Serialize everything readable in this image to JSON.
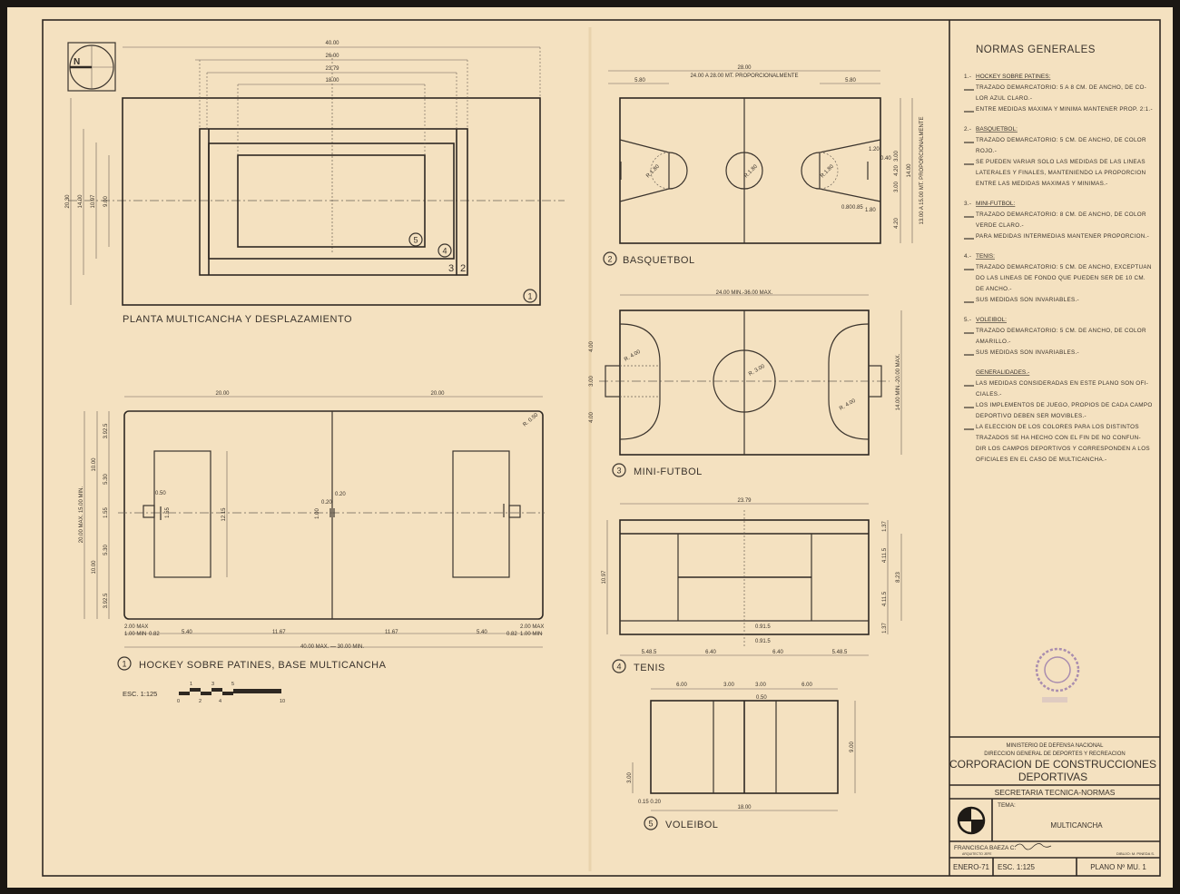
{
  "plan": {
    "north": "N",
    "title": "PLANTA MULTICANCHA Y DESPLAZAMIENTO",
    "dims": {
      "w40": "40.00",
      "w26": "26.00",
      "w2379": "23.79",
      "w18": "18.00",
      "h2030": "20.30",
      "h14": "14.00",
      "h1097": "10.97",
      "h9": "9.00"
    },
    "markers": [
      "1",
      "2",
      "3",
      "4",
      "5"
    ]
  },
  "hockey": {
    "number": "1",
    "title": "HOCKEY SOBRE PATINES, BASE MULTICANCHA",
    "top": [
      "20.00",
      "20.00"
    ],
    "radius": "R. 0.50",
    "left": {
      "total": "20.00 MAX.   15.00 MIN.",
      "upper": "10.00",
      "lower": "10.00",
      "segments": [
        "3.92.5",
        "5.30",
        "1.55",
        "5.30",
        "3.92.5"
      ]
    },
    "area_height": "12.15",
    "goal": [
      "0.50",
      "1.55"
    ],
    "center": [
      "0.20",
      "0.20",
      "1.00"
    ],
    "bottom": [
      "2.00 MAX",
      "1.00 MIN",
      "0.82",
      "5.40",
      "11.67",
      "11.67",
      "5.40",
      "0.82",
      "2.00 MAX",
      "1.00 MIN"
    ],
    "overall": "40.00 MAX.  —  30.00 MIN.",
    "scale_label": "ESC. 1:125",
    "scale_ticks_top": [
      "1",
      "3",
      "5"
    ],
    "scale_ticks_bottom": [
      "0",
      "2",
      "4",
      "10"
    ]
  },
  "basket": {
    "number": "2",
    "title": "BASQUETBOL",
    "length": "28.00",
    "length_note": "24.00  A  28.00 MT. PROPORCIONALMENTE",
    "key_dist": [
      "5.80",
      "5.80"
    ],
    "radius": [
      "R.1.80",
      "R.1.80",
      "R.1.80"
    ],
    "right": [
      "4.20",
      "3.00",
      "3.00",
      "4.20"
    ],
    "width": "14.00",
    "width_note": "13.00 A 15.00 MT. PROPORCIONALMENTE",
    "details": [
      "1.20",
      "0.40",
      "0.80",
      "0.85",
      "1.80"
    ]
  },
  "futbol": {
    "number": "3",
    "title": "MINI-FUTBOL",
    "length": "24.00 MIN.-36.00 MAX.",
    "width": "14.00 MIN.-20.00 MAX.",
    "left": [
      "4.00",
      "3.00",
      "4.00"
    ],
    "radius": [
      "R. 4.00",
      "R. 3.00",
      "R. 4.00"
    ]
  },
  "tenis": {
    "number": "4",
    "title": "TENIS",
    "length": "23.79",
    "width": "10.97",
    "right": [
      "1.37",
      "4.11.5",
      "4.11.5",
      "1.37"
    ],
    "singles": "8.23",
    "net": [
      "0.91.5",
      "0.91.5"
    ],
    "bottom": [
      "5.48.5",
      "6.40",
      "6.40",
      "5.48.5"
    ]
  },
  "voley": {
    "number": "5",
    "title": "VOLEIBOL",
    "top": [
      "6.00",
      "3.00",
      "3.00",
      "6.00"
    ],
    "net": "0.50",
    "width": "9.00",
    "left": "3.00",
    "small": "0.15  0.20",
    "length": "18.00"
  },
  "notes": {
    "title": "NORMAS GENERALES",
    "sections": [
      {
        "num": "1.-",
        "heading": "HOCKEY SOBRE PATINES:",
        "items": [
          [
            "TRAZADO DEMARCATORIO: 5 A 8 CM. DE ANCHO, DE CO-",
            "LOR AZUL CLARO.-"
          ],
          [
            "ENTRE MEDIDAS MAXIMA Y MINIMA MANTENER PROP. 2:1.-"
          ]
        ]
      },
      {
        "num": "2.-",
        "heading": "BASQUETBOL:",
        "items": [
          [
            "TRAZADO DEMARCATORIO: 5 CM. DE ANCHO, DE COLOR",
            "ROJO.-"
          ],
          [
            "SE PUEDEN VARIAR SOLO LAS MEDIDAS DE LAS LINEAS",
            "LATERALES Y FINALES, MANTENIENDO LA PROPORCION",
            "ENTRE LAS MEDIDAS MAXIMAS Y MINIMAS.-"
          ]
        ]
      },
      {
        "num": "3.-",
        "heading": "MINI-FUTBOL:",
        "items": [
          [
            "TRAZADO DEMARCATORIO: 8 CM. DE ANCHO, DE COLOR",
            "VERDE CLARO.-"
          ],
          [
            "PARA MEDIDAS INTERMEDIAS MANTENER PROPORCION.-"
          ]
        ]
      },
      {
        "num": "4.-",
        "heading": "TENIS:",
        "items": [
          [
            "TRAZADO DEMARCATORIO: 5 CM. DE ANCHO, EXCEPTUAN",
            "DO LAS LINEAS DE FONDO QUE PUEDEN SER DE 10 CM.",
            "DE ANCHO.-"
          ],
          [
            "SUS MEDIDAS SON INVARIABLES.-"
          ]
        ]
      },
      {
        "num": "5.-",
        "heading": "VOLEIBOL:",
        "items": [
          [
            "TRAZADO DEMARCATORIO: 5 CM. DE ANCHO, DE COLOR",
            "AMARILLO.-"
          ],
          [
            "SUS MEDIDAS SON INVARIABLES.-"
          ]
        ]
      },
      {
        "num": "",
        "heading": "GENERALIDADES.-",
        "items": [
          [
            "LAS MEDIDAS CONSIDERADAS EN ESTE PLANO SON OFI-",
            "CIALES.-"
          ],
          [
            "LOS IMPLEMENTOS DE JUEGO, PROPIOS DE CADA CAMPO",
            "DEPORTIVO DEBEN SER MOVIBLES.-"
          ],
          [
            "LA ELECCION DE LOS COLORES PARA LOS DISTINTOS",
            "TRAZADOS SE HA HECHO CON EL FIN DE NO CONFUN-",
            "DIR LOS CAMPOS DEPORTIVOS Y CORRESPONDEN A LOS",
            "OFICIALES EN EL CASO DE MULTICANCHA.-"
          ]
        ]
      }
    ]
  },
  "title_block": {
    "ministry": "MINISTERIO DE DEFENSA NACIONAL",
    "direction": "DIRECCION GENERAL DE DEPORTES Y RECREACION",
    "org_line1": "CORPORACION DE CONSTRUCCIONES",
    "org_line2": "DEPORTIVAS",
    "department": "SECRETARIA TECNICA-NORMAS",
    "tema_label": "TEMA:",
    "tema": "MULTICANCHA",
    "architect": "FRANCISCA BAEZA C.",
    "architect_role": "ARQUITECTO JEFE",
    "drawn_by": "DIBUJO: M. PINEDA S.",
    "date": "ENERO-71",
    "scale": "ESC. 1:125",
    "plan_no": "PLANO Nº MU. 1"
  },
  "colors": {
    "paper": "#f4e1c0",
    "ink": "#3a332c",
    "stamp": "#8a6aa8"
  }
}
